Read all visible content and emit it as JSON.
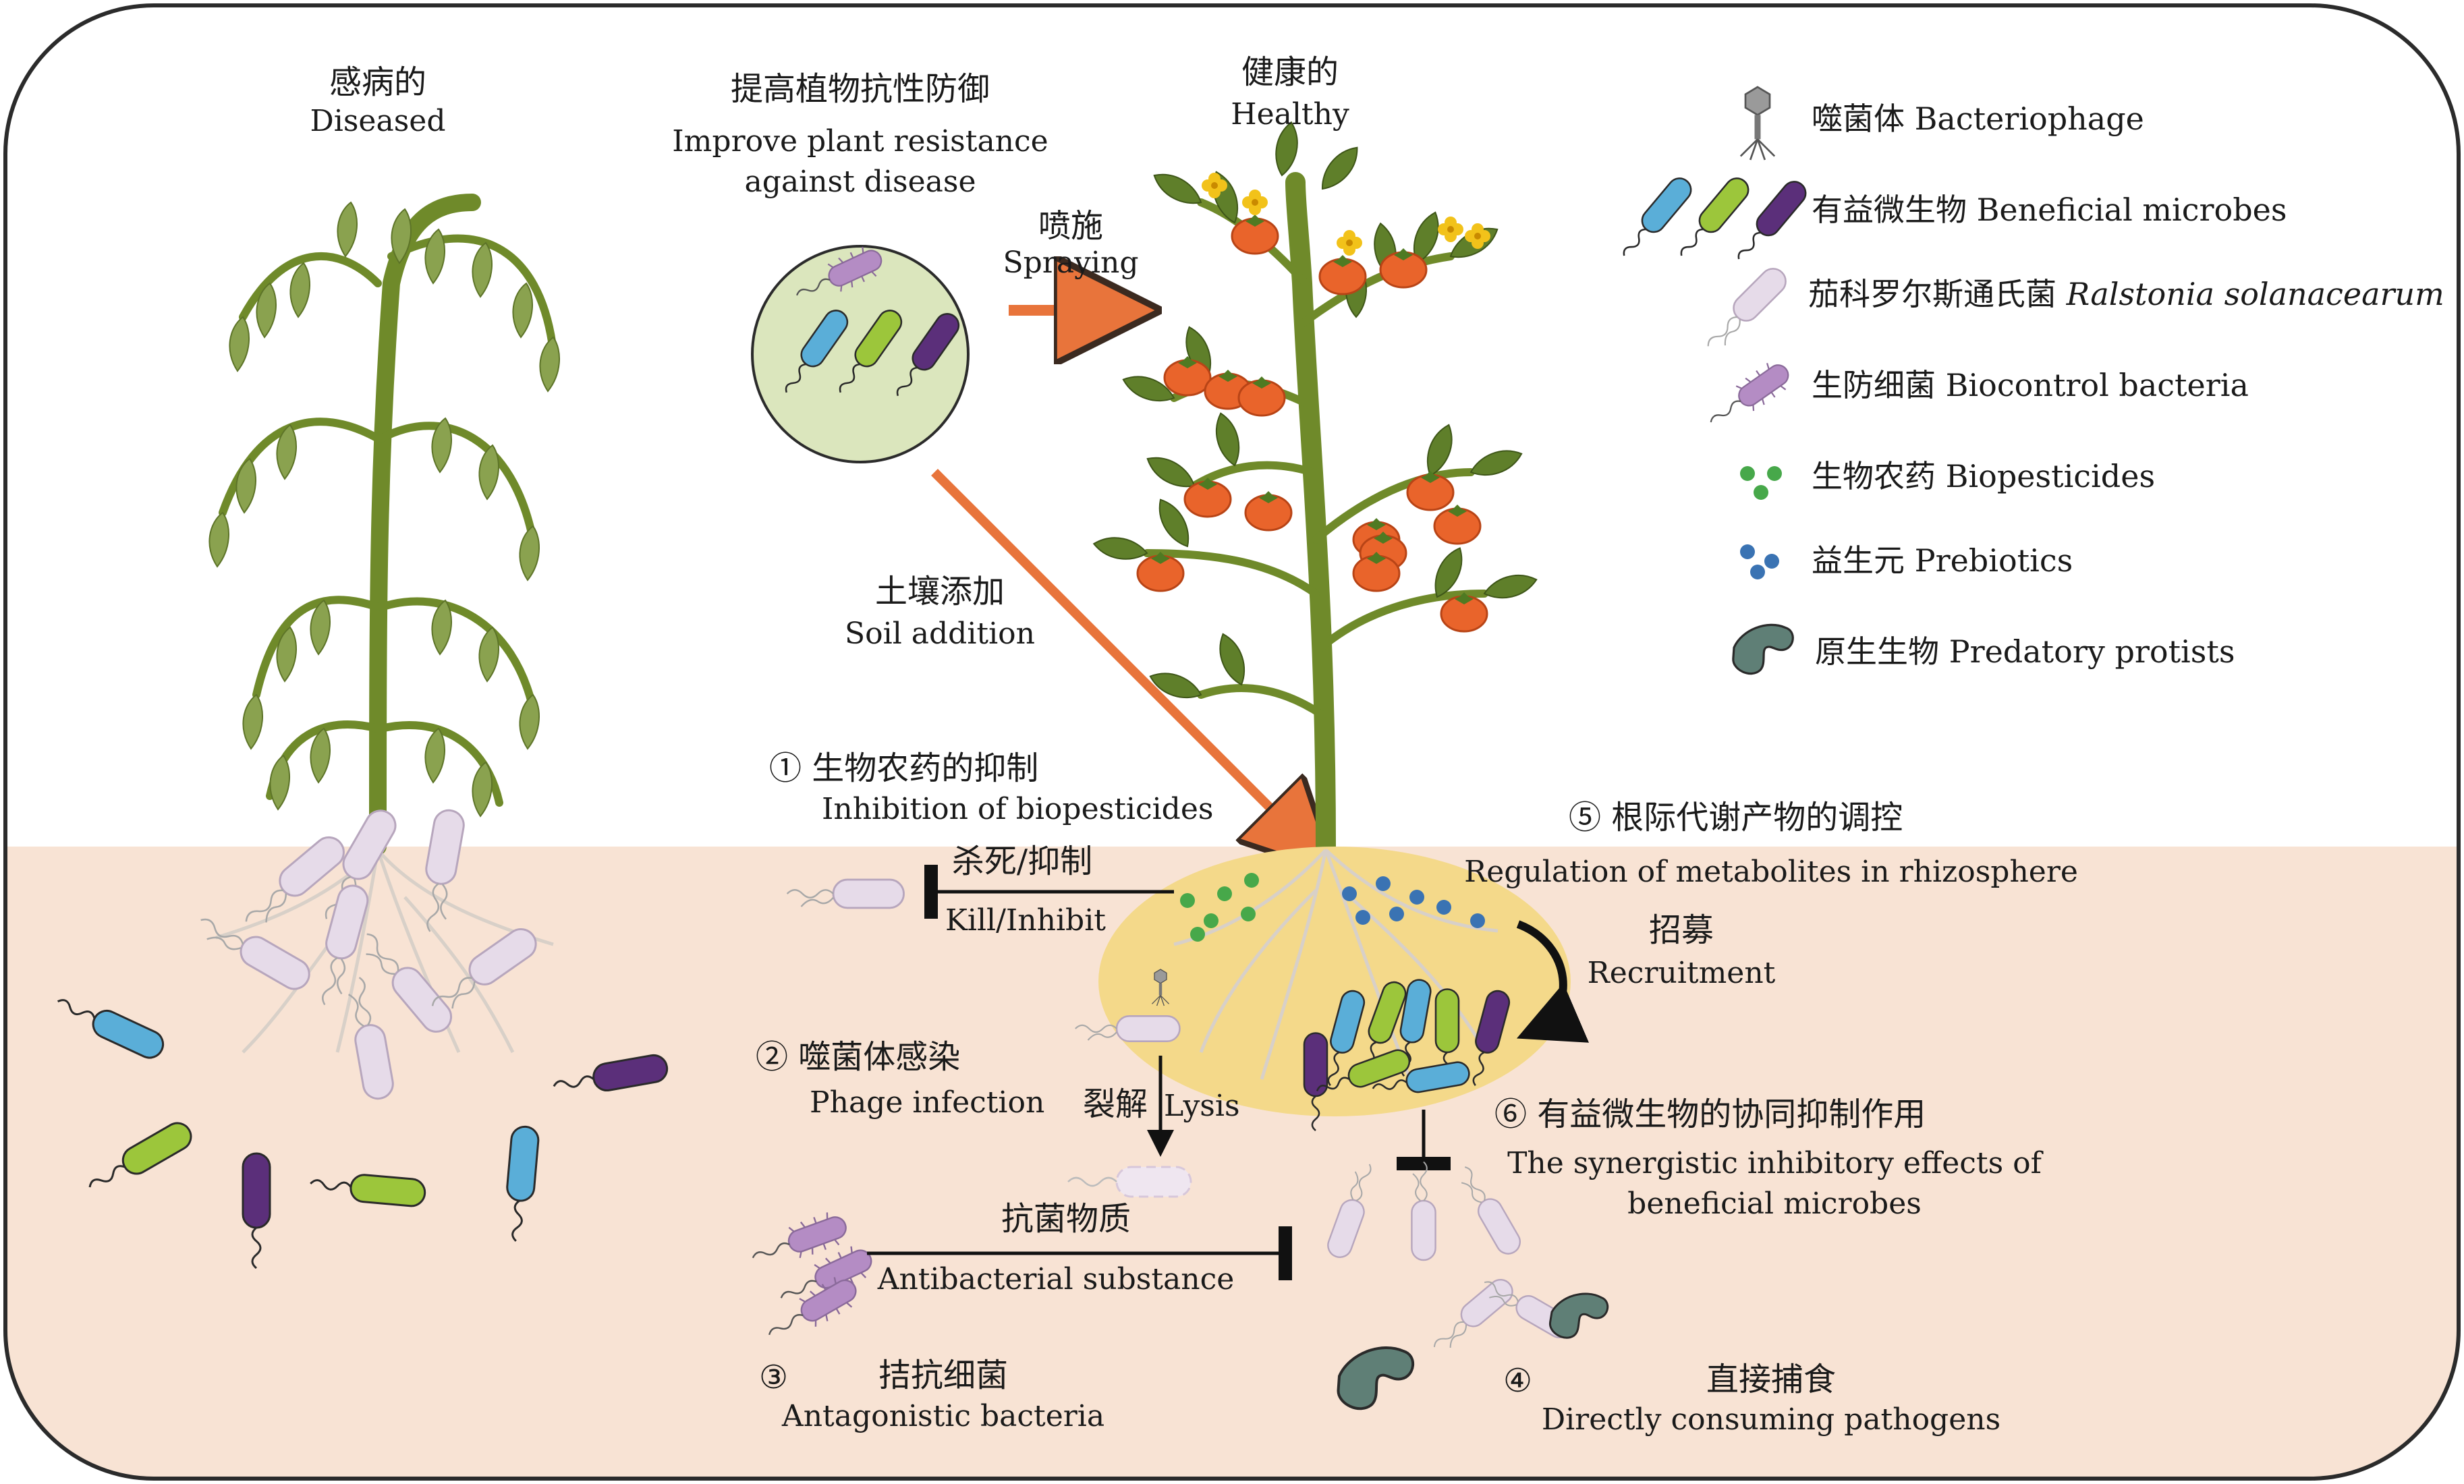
{
  "plants": {
    "diseased": {
      "zh": "感病的",
      "en": "Diseased"
    },
    "healthy": {
      "zh": "健康的",
      "en": "Healthy"
    }
  },
  "resistance": {
    "zh": "提高植物抗性防御",
    "en1": "Improve plant resistance",
    "en2": "against disease"
  },
  "spraying": {
    "zh": "喷施",
    "en": "Spraying"
  },
  "soil_addition": {
    "zh": "土壤添加",
    "en": "Soil addition"
  },
  "mechanisms": {
    "m1": {
      "num": "①",
      "zh": "生物农药的抑制",
      "en": "Inhibition of biopesticides"
    },
    "kill": {
      "zh": "杀死/抑制",
      "en": "Kill/Inhibit"
    },
    "m2": {
      "num": "②",
      "zh": "噬菌体感染",
      "en": "Phage infection"
    },
    "lysis": {
      "zh": "裂解",
      "en": "Lysis"
    },
    "antibacterial": {
      "zh": "抗菌物质",
      "en": "Antibacterial substance"
    },
    "m3": {
      "num": "③",
      "zh": "拮抗细菌",
      "en": "Antagonistic bacteria"
    },
    "m4": {
      "num": "④",
      "zh": "直接捕食",
      "en": "Directly consuming pathogens"
    },
    "m5": {
      "num": "⑤",
      "zh": "根际代谢产物的调控",
      "en": "Regulation of metabolites in rhizosphere"
    },
    "recruit": {
      "zh": "招募",
      "en": "Recruitment"
    },
    "m6": {
      "num": "⑥",
      "zh": "有益微生物的协同抑制作用",
      "en1": "The synergistic inhibitory effects of",
      "en2": "beneficial microbes"
    }
  },
  "legend": {
    "phage": {
      "zh": "噬菌体",
      "en": "Bacteriophage"
    },
    "beneficial": {
      "zh": "有益微生物",
      "en": "Beneficial microbes"
    },
    "ralstonia": {
      "zh": "茄科罗尔斯通氏菌",
      "en": "Ralstonia solanacearum"
    },
    "biocontrol": {
      "zh": "生防细菌",
      "en": "Biocontrol bacteria"
    },
    "biopesticides": {
      "zh": "生物农药",
      "en": "Biopesticides"
    },
    "prebiotics": {
      "zh": "益生元",
      "en": "Prebiotics"
    },
    "protists": {
      "zh": "原生生物",
      "en": "Predatory protists"
    }
  },
  "colors": {
    "frame": "#2b2b2b",
    "soil": "#f8e3d4",
    "rhizosphere": "#f4d98a",
    "arrow": "#e8743b",
    "stem": "#6f8a2a",
    "leaf": "#5f7f2a",
    "diseased_leaf": "#8aa24f",
    "tomato": "#e9642b",
    "flower": "#f2c21a",
    "pathogen": "#e6dbe9",
    "biocontrol": "#b48cc4",
    "microbe_blue": "#5aaed8",
    "microbe_green": "#9cc63b",
    "microbe_purple": "#5b2f7a",
    "biopesticide": "#47a84a",
    "prebiotic": "#3a73b3",
    "protist": "#5f7f76"
  }
}
